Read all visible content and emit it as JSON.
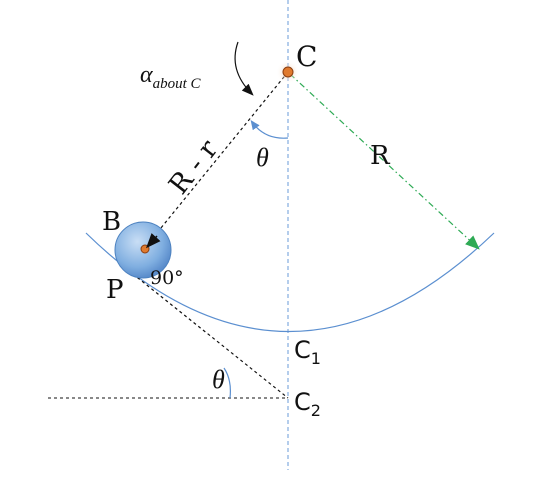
{
  "labels": {
    "point_c": "C",
    "point_b": "B",
    "point_p": "P",
    "point_c1": "C",
    "point_c1_sub": "1",
    "point_c2": "C",
    "point_c2_sub": "2",
    "radius_big": "R",
    "radius_diff": "R - r",
    "theta_top": "θ",
    "theta_bottom": "θ",
    "right_angle": "90°",
    "alpha_symbol": "α",
    "alpha_sub": "about C"
  },
  "colors": {
    "arc": "#5b8fd0",
    "vertical_axis": "#6a9bd8",
    "radius_arrow": "#2eaa55",
    "ball_fill": "#7faee0",
    "ball_edge": "#4d82c0",
    "pivot": "#e07a2e",
    "dashed": "#111111"
  }
}
